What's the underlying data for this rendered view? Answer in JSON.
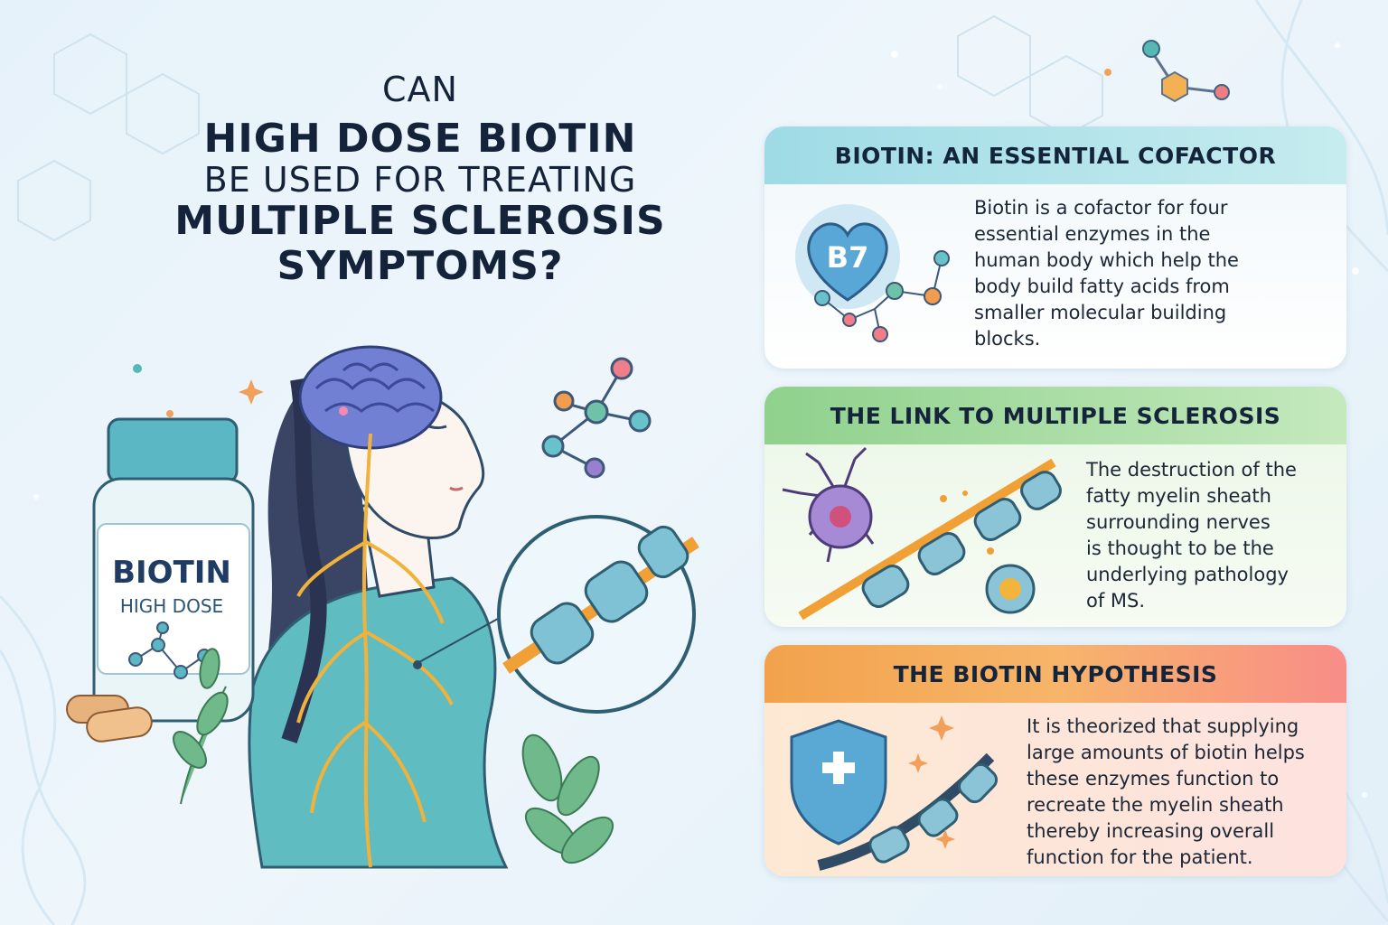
{
  "title": {
    "line1": "CAN",
    "line2": "HIGH DOSE BIOTIN",
    "line3": "BE USED FOR TREATING",
    "line4": "MULTIPLE SCLEROSIS",
    "line5": "SYMPTOMS?"
  },
  "bottle": {
    "label": "BIOTIN",
    "sublabel": "HIGH DOSE"
  },
  "cards": [
    {
      "heading": "BIOTIN: AN ESSENTIAL COFACTOR",
      "icon_text": "B7",
      "icon": "b7-vitamin-molecule-icon",
      "body": "Biotin is a cofactor for four\nessential enzymes in the\nhuman body which help the\nbody build fatty acids from\nsmaller molecular building\nblocks."
    },
    {
      "heading": "THE LINK TO MULTIPLE SCLEROSIS",
      "icon": "damaged-neuron-myelin-icon",
      "body": "The destruction of the\nfatty myelin sheath\nsurrounding nerves\nis thought to be the\nunderlying pathology\nof MS."
    },
    {
      "heading": "THE BIOTIN HYPOTHESIS",
      "icon": "shield-repair-icon",
      "body": "It is theorized that supplying\nlarge amounts of biotin helps\nthese enzymes function to\nrecreate the myelin sheath\nthereby increasing overall\nfunction for the patient."
    }
  ],
  "colors": {
    "title": "#14233a",
    "card1_header": "#9fdbe5",
    "card2_header": "#8fd18d",
    "card3_header_left": "#f2a24c",
    "card3_header_right": "#f88d88",
    "brain": "#6f7fd0",
    "nerve": "#f0b23a",
    "shirt": "#5fbcc0"
  }
}
